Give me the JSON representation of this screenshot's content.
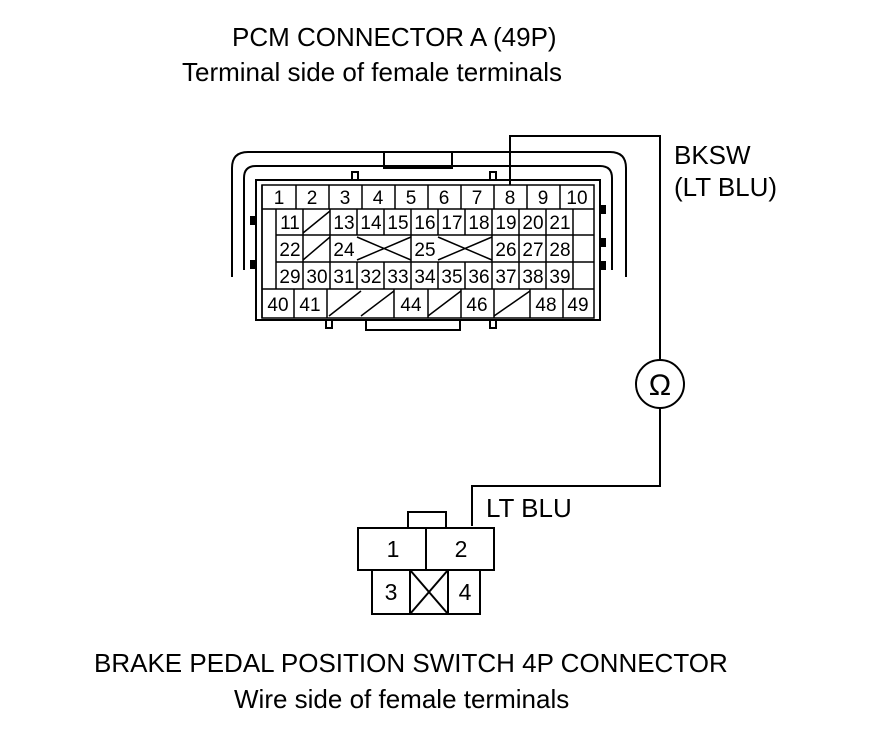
{
  "pcm": {
    "title": "PCM CONNECTOR A (49P)",
    "subtitle": "Terminal side of female terminals",
    "wire_name": "BKSW",
    "wire_color": "(LT BLU)",
    "terminals": {
      "row1": [
        "1",
        "2",
        "3",
        "4",
        "5",
        "6",
        "7",
        "8",
        "9",
        "10"
      ],
      "row2": [
        "11",
        "13",
        "14",
        "15",
        "16",
        "17",
        "18",
        "19",
        "20",
        "21"
      ],
      "row3": [
        "22",
        "24",
        "25",
        "26",
        "27",
        "28"
      ],
      "row4": [
        "29",
        "30",
        "31",
        "32",
        "33",
        "34",
        "35",
        "36",
        "37",
        "38",
        "39"
      ],
      "row5": [
        "40",
        "41",
        "44",
        "46",
        "48",
        "49"
      ]
    }
  },
  "meter": {
    "symbol": "Ω"
  },
  "switch": {
    "wire_color": "LT BLU",
    "terminals": [
      "1",
      "2",
      "3",
      "4"
    ],
    "title": "BRAKE PEDAL POSITION SWITCH 4P CONNECTOR",
    "subtitle": "Wire side of female terminals"
  }
}
